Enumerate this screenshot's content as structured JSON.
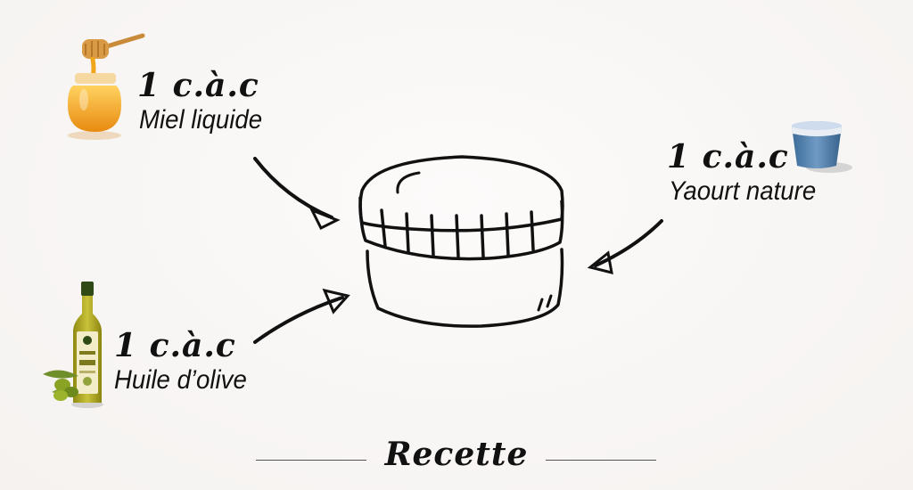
{
  "ingredients": [
    {
      "quantity": "1 c.à.c",
      "name": "Miel liquide",
      "icon": "honey-jar-icon"
    },
    {
      "quantity": "1 c.à.c",
      "name": "Yaourt nature",
      "icon": "yogurt-cup-icon"
    },
    {
      "quantity": "1 c.à.c",
      "name": "Huile d’olive",
      "icon": "olive-oil-bottle-icon"
    }
  ],
  "center_icon": "cream-jar-icon",
  "footer": {
    "title": "Recette"
  },
  "colors": {
    "ink": "#111111",
    "honey": "#f2a21a",
    "yogurt": "#3f6f9c",
    "olive_oil": "#a7a01e",
    "olive_leaf": "#6f8f2a"
  }
}
